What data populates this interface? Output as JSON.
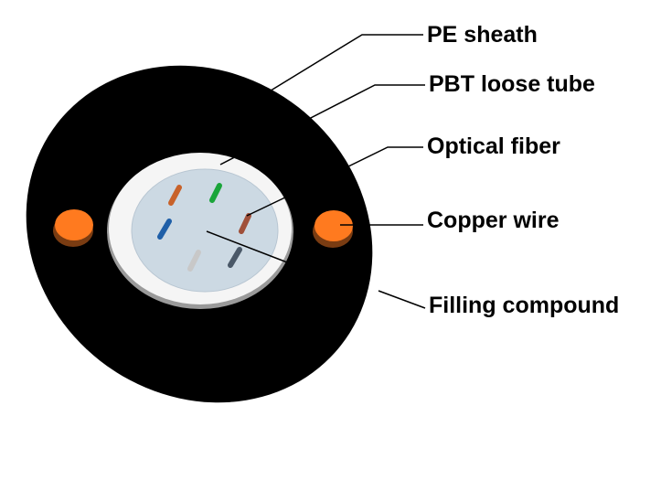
{
  "labels": [
    "PE sheath",
    "PBT loose tube",
    "Optical fiber",
    "Copper wire",
    "Filling compound"
  ],
  "colors": {
    "sheath": "#000000",
    "tube_ring": "#f5f5f5",
    "tube_rim": "#9a9a9a",
    "filling_compound": "#ccd9e3",
    "copper_wire": "#ff7a1f",
    "copper_wire_shadow": "#7a3c12",
    "leader_line_outside": "#000000",
    "leader_line_inside": "#000000"
  },
  "fibers": [
    {
      "name": "orange-fiber",
      "color": "#c8622a"
    },
    {
      "name": "green-fiber",
      "color": "#1aa53a"
    },
    {
      "name": "blue-fiber",
      "color": "#1f5fa8"
    },
    {
      "name": "brown-fiber",
      "color": "#a0503a"
    },
    {
      "name": "white-fiber",
      "color": "#c8c8c8"
    },
    {
      "name": "slate-fiber",
      "color": "#4a5868"
    }
  ]
}
